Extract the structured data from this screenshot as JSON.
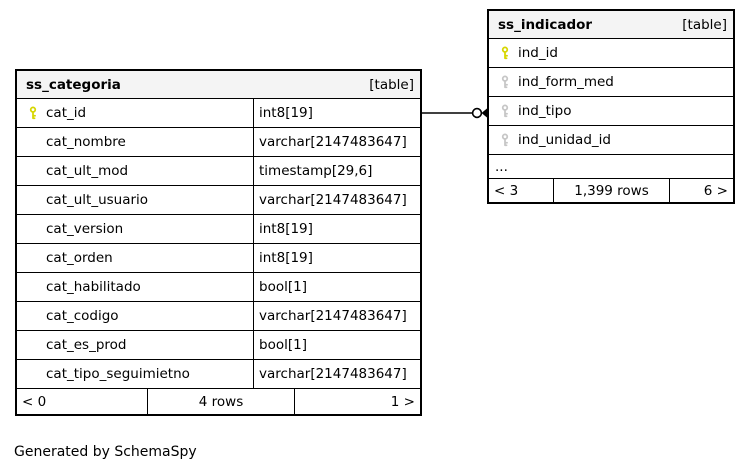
{
  "diagram": {
    "generated_by": "Generated by SchemaSpy"
  },
  "colors": {
    "primary_key_icon": "#d6d600",
    "index_key_icon": "#c6c6c6",
    "header_bg": "#f4f4f4",
    "border": "#000000"
  },
  "tables": [
    {
      "name": "ss_categoria",
      "tag": "[table]",
      "columns": [
        {
          "name": "cat_id",
          "type": "int8[19]",
          "key": "primary"
        },
        {
          "name": "cat_nombre",
          "type": "varchar[2147483647]",
          "key": "none"
        },
        {
          "name": "cat_ult_mod",
          "type": "timestamp[29,6]",
          "key": "none"
        },
        {
          "name": "cat_ult_usuario",
          "type": "varchar[2147483647]",
          "key": "none"
        },
        {
          "name": "cat_version",
          "type": "int8[19]",
          "key": "none"
        },
        {
          "name": "cat_orden",
          "type": "int8[19]",
          "key": "none"
        },
        {
          "name": "cat_habilitado",
          "type": "bool[1]",
          "key": "none"
        },
        {
          "name": "cat_codigo",
          "type": "varchar[2147483647]",
          "key": "none"
        },
        {
          "name": "cat_es_prod",
          "type": "bool[1]",
          "key": "none"
        },
        {
          "name": "cat_tipo_seguimietno",
          "type": "varchar[2147483647]",
          "key": "none"
        }
      ],
      "footer": {
        "left": "< 0",
        "center": "4 rows",
        "right": "1 >"
      }
    },
    {
      "name": "ss_indicador",
      "tag": "[table]",
      "columns": [
        {
          "name": "ind_id",
          "key": "primary"
        },
        {
          "name": "ind_form_med",
          "key": "index"
        },
        {
          "name": "ind_tipo",
          "key": "index"
        },
        {
          "name": "ind_unidad_id",
          "key": "index"
        },
        {
          "name": "...",
          "key": "none",
          "ellipsis": true
        }
      ],
      "footer": {
        "left": "< 3",
        "center": "1,399 rows",
        "right": "6 >"
      }
    }
  ],
  "relationship": {
    "from_table": "ss_categoria",
    "from_column": "cat_id",
    "to_table": "ss_indicador",
    "end_style": "circle-arrow"
  }
}
